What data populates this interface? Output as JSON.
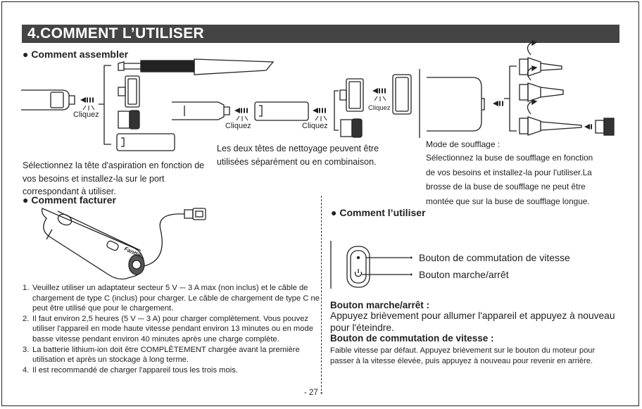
{
  "title": "4.COMMENT L’UTILISER",
  "assemble": {
    "heading": "● Comment assembler",
    "click_labels": [
      "Cliquez",
      "Cliquez",
      "Cliquez",
      "Cliquez"
    ],
    "para_left": "Sélectionnez la tête d'aspiration en fonction de vos besoins et installez-la sur le port correspondant à utiliser.",
    "para_middle": "Les deux têtes de nettoyage peuvent être utilisées séparément ou en combinaison.",
    "blow_mode_title": "Mode de soufflage :",
    "blow_mode_lines": [
      "Sélectionnez la buse de soufflage en fonction",
      "de vos besoins et installez-la pour l'utiliser.La",
      "brosse de la buse de soufflage ne peut être",
      "montée que sur la buse de soufflage longue."
    ]
  },
  "charge": {
    "heading": "● Comment facturer",
    "brand": "Fanttik",
    "items": [
      {
        "num": "1.",
        "text": "Veuillez utiliser un adaptateur secteur 5 V ⎓ 3 A max (non inclus) et le câble de chargement de type C (inclus) pour charger. Le câble de chargement de type C ne peut être utilisé que pour le chargement."
      },
      {
        "num": "2.",
        "text": "Il faut environ 2,5 heures (5 V ⎓ 3 A) pour charger complètement. Vous pouvez utiliser l'appareil en mode haute vitesse pendant environ 13 minutes ou en mode basse vitesse pendant environ 40 minutes après une charge complète."
      },
      {
        "num": "3.",
        "text": "La batterie lithium-ion doit être COMPLÈTEMENT chargée avant la première utilisation et après un stockage à long terme."
      },
      {
        "num": "4.",
        "text": "Il est recommandé de charger l'appareil tous les trois mois."
      }
    ]
  },
  "use": {
    "heading": "● Comment l’utiliser",
    "label_speed": "Bouton de commutation de vitesse",
    "label_power": "Bouton marche/arrêt",
    "power_title": "Bouton marche/arrêt :",
    "power_text": "Appuyez brièvement pour allumer l'appareil et appuyez à nouveau pour l'éteindre.",
    "speed_title": "Bouton de commutation de vitesse :",
    "speed_text": "Faible vitesse par défaut. Appuyez brièvement sur le bouton du moteur pour passer à la vitesse élevée, puis appuyez à nouveau pour revenir en arrière."
  },
  "page_number": "- 27 -"
}
